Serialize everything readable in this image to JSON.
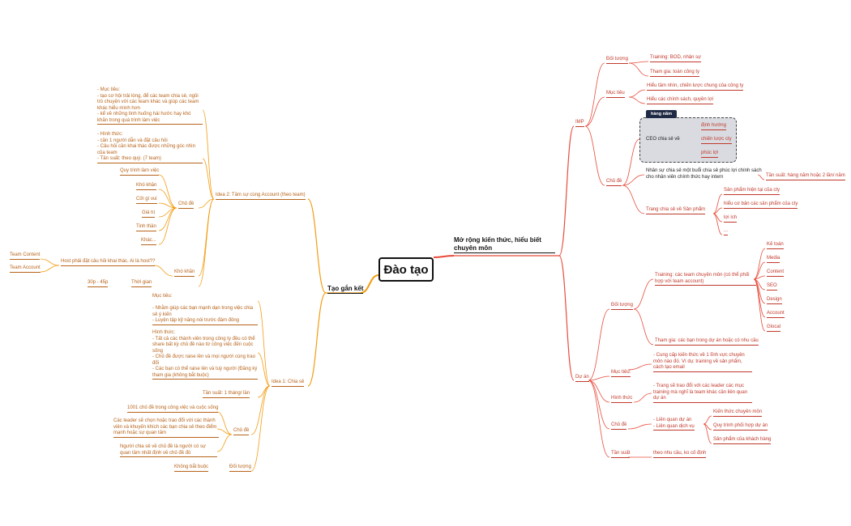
{
  "colors": {
    "right_branch": "#e74c3c",
    "left_branch": "#f39c12",
    "tag": "#1f2a44",
    "box": "#d9dbe1"
  },
  "root": {
    "title": "Đào tạo"
  },
  "right": {
    "label": "Mở rộng kiến thức, hiểu biết chuyên môn",
    "imp": {
      "label": "IMP",
      "doi_tuong": {
        "label": "Đối tượng",
        "items": [
          "Training: BOD, nhân sự",
          "Tham gia: toàn công ty"
        ]
      },
      "muc_tieu": {
        "label": "Mục tiêu",
        "items": [
          "Hiểu tầm nhìn, chiến lược chung của công ty",
          "Hiểu các chính sách, quyền lợi"
        ]
      },
      "chu_de": {
        "label": "Chủ đề",
        "tag": "hàng năm",
        "ceo": "CEO chia sẻ về",
        "ceo_items": [
          "định hướng",
          "chiến lược cty",
          "phúc lợi"
        ],
        "nhan_su": "Nhân sự chia sẻ một buổi chia sẻ phúc lợi chính sách cho nhân viên chính thức hay intern",
        "tan_suat": "Tần suất: hàng năm hoặc 2 lần/ năm",
        "san_pham": "Trang chia sẻ về Sản phẩm",
        "san_pham_items": [
          "Sản phẩm hiện tại của cty",
          "hiểu cơ bản các sản phẩm của cty",
          "lợi ích",
          "..."
        ]
      }
    },
    "du_an": {
      "label": "Dự án",
      "doi_tuong": {
        "label": "Đối tượng",
        "training": "Training: các team chuyên môn (có thể phối hợp với team account)",
        "teams": [
          "Kế toán",
          "Media",
          "Content",
          "SEO",
          "Design",
          "Account",
          "Glocal"
        ],
        "tham_gia": "Tham gia: các bạn trong dự án hoặc có nhu cầu"
      },
      "muc_tieu": {
        "label": "Mục tiêu:",
        "text": "- Cung cấp kiến thức về 1 lĩnh vực chuyên môn nào đó. Ví dụ: training về sản phẩm, cách tạo email"
      },
      "hinh_thuc": {
        "label": "Hình thức",
        "text": "- Trang sẽ trao đổi với các leader các mục training mà nghĩ là team khác cần liên quan dự án"
      },
      "chu_de": {
        "label": "Chủ đề",
        "text": "- Liên quan dự án\n- Liên quan dịch vụ",
        "items": [
          "Kiến thức chuyên môn",
          "Quy trình phối hợp dự án",
          "Sản phẩm của khách hàng"
        ]
      },
      "tan_suat": {
        "label": "Tần suất",
        "text": "theo nhu cầu, ko cố định"
      }
    }
  },
  "left": {
    "label": "Tạo gắn kết",
    "idea2": {
      "label": "Idea 2: Tâm sự cùng Account (theo team)",
      "muc_tieu": "- Mục tiêu:\n   - tạo cơ hội trải lòng, để các team chia sẻ, ngồi trò chuyện với các team khác và giúp các team khác hiểu mình hơn\n   - kể về những tình huống hài hước hay khó khăn trong quá trình làm việc",
      "hinh_thuc": "- Hình thức:\n   - cần 1 người dẫn và đặt câu hỏi\n   - Câu hỏi cần khai thác được những góc nhìn của team\n   - Tần suất: theo quý. (7 team)",
      "chu_de": {
        "label": "Chủ đề",
        "items": [
          "Quy trình làm việc",
          "Khó khăn",
          "Cởi gì vui",
          "Giá trị",
          "Tinh thần",
          "Khác..."
        ]
      },
      "kho_khan": {
        "label": "Khó khăn",
        "host": "Host phải đặt câu hỏi khai thác. Ai là host??",
        "teams": [
          "Team Content",
          "Team Account"
        ]
      },
      "thoi_gian": {
        "label": "Thời gian",
        "value": "30p - 45p"
      }
    },
    "idea1": {
      "label": "Idea 1: Chia sẻ",
      "muc_tieu": "Mục tiêu:\n\n- Nhằm giúp các bạn mạnh dạn trong việc chia sẻ ý kiến\n- Luyện tập kỹ năng nói trước đám đông",
      "hinh_thuc": "Hình thức:\n- Tất cả các thành viên trong công ty đều có thể share bất kỳ chủ đề nào từ công việc đến cuộc sống\n- Chủ đề được raise lên và mọi người cùng trao đổi\n- Các bạn có thể raise lên và tuỳ người (Đăng ký tham gia (không bắt buộc)",
      "tan_suat": "Tần suất: 1 tháng/ lần",
      "chu_de": {
        "label": "Chủ đề",
        "items": [
          "1001 chủ đề trong công việc và cuộc sống",
          "Các leader sẽ chọn hoặc trao đổi với các thành viên và khuyến khích các bạn chia sẻ theo điểm mạnh hoặc sự quan tâm",
          "Người chia sẻ về chủ đề là người có sự quan tâm nhất định về chủ đề đó"
        ]
      },
      "doi_tuong": {
        "label": "Đối tượng",
        "value": "Không bắt buộc"
      }
    }
  }
}
